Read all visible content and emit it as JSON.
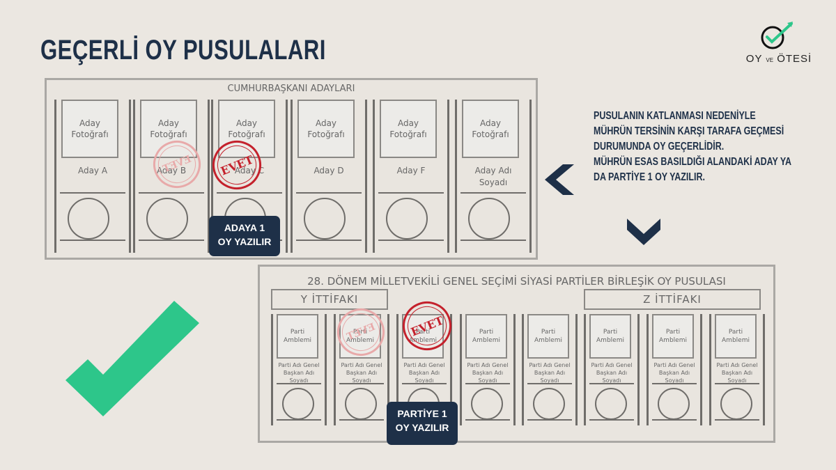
{
  "title": "GEÇERLİ OY PUSULALARI",
  "logo": {
    "part1": "OY",
    "part2": "VE",
    "part3": "ÖTESİ"
  },
  "ballot1": {
    "title": "CUMHURBAŞKANI ADAYLARI",
    "candidates": [
      {
        "photo": "Aday Fotoğrafı",
        "name": "Aday A"
      },
      {
        "photo": "Aday Fotoğrafı",
        "name": "Aday B"
      },
      {
        "photo": "Aday Fotoğrafı",
        "name": "Aday C"
      },
      {
        "photo": "Aday Fotoğrafı",
        "name": "Aday D"
      },
      {
        "photo": "Aday Fotoğrafı",
        "name": "Aday F"
      },
      {
        "photo": "Aday Fotoğrafı",
        "name": "Aday Adı Soyadı"
      }
    ],
    "badge": {
      "line1": "ADAYA 1",
      "line2": "OY YAZILIR"
    }
  },
  "ballot2": {
    "title": "28. DÖNEM MİLLETVEKİLİ GENEL SEÇİMİ SİYASİ PARTİLER BİRLEŞİK OY PUSULASI",
    "alliance_left": "Y İTTİFAKI",
    "alliance_right": "Z İTTİFAKI",
    "party_emblem": "Parti Amblemi",
    "party_info": "Parti Adı Genel Başkan Adı Soyadı",
    "badge": {
      "line1": "PARTİYE 1",
      "line2": "OY YAZILIR"
    }
  },
  "stamp_text": "EVET",
  "info": {
    "lines": [
      "PUSULANIN KATLANMASI NEDENİYLE",
      "MÜHRÜN TERSİNİN KARŞI TARAFA GEÇMESİ",
      "DURUMUNDA OY GEÇERLİDİR.",
      "MÜHRÜN ESAS BASILDIĞI ALANDAKİ ADAY YA",
      "DA PARTİYE 1 OY YAZILIR."
    ]
  },
  "colors": {
    "navy": "#1e3048",
    "stamp_red": "#c4212c",
    "check_green": "#2dc68a",
    "background": "#ebe7e1"
  },
  "icons": [
    "check-logo-icon",
    "arrow-left-icon",
    "arrow-down-icon",
    "big-checkmark-icon"
  ]
}
